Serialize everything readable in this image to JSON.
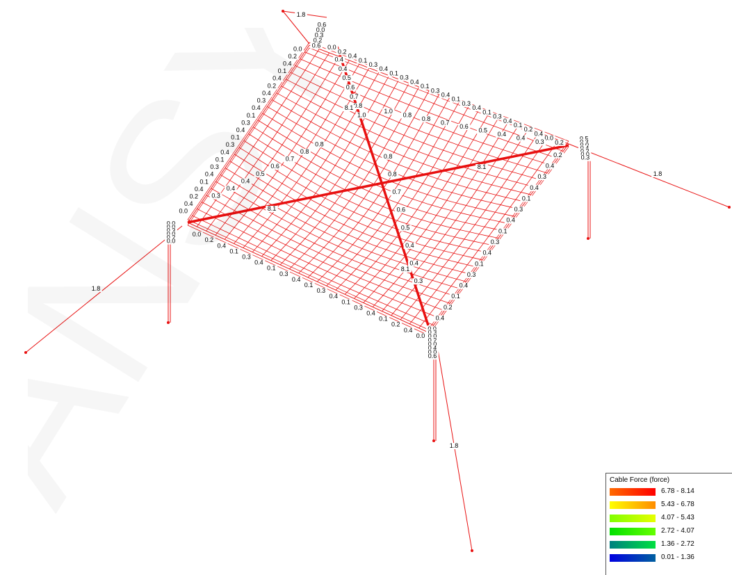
{
  "diagram": {
    "cable_color": "#e81010",
    "main_cable_labels": [
      "8.1",
      "8.1",
      "8.1",
      "8.1"
    ],
    "stay_labels": [
      "1.8",
      "1.8",
      "1.8",
      "1.8"
    ],
    "inner_labels_north": [
      "0.4",
      "0.4",
      "0.5",
      "0.6",
      "0.7",
      "0.8",
      "1.0"
    ],
    "inner_labels_east": [
      "1.0",
      "0.8",
      "0.8",
      "0.7",
      "0.6",
      "0.5",
      "0.4",
      "0.4",
      "0.3"
    ],
    "inner_labels_south": [
      "0.8",
      "0.8",
      "0.7",
      "0.6",
      "0.5",
      "0.4",
      "0.4",
      "0.3"
    ],
    "inner_labels_west": [
      "0.3",
      "0.4",
      "0.4",
      "0.5",
      "0.6",
      "0.7",
      "0.8",
      "0.8"
    ],
    "edge_labels_ne": [
      "0.0",
      "0.2",
      "0.4",
      "0.1",
      "0.3",
      "0.4",
      "0.1",
      "0.3",
      "0.4",
      "0.1",
      "0.3",
      "0.4",
      "0.1",
      "0.3",
      "0.4",
      "0.1",
      "0.3",
      "0.4",
      "0.1",
      "0.2",
      "0.4",
      "0.0",
      "0.2"
    ],
    "edge_labels_nw": [
      "0.0",
      "0.2",
      "0.4",
      "0.1",
      "0.4",
      "0.2",
      "0.4",
      "0.3",
      "0.4",
      "0.1",
      "0.3",
      "0.4",
      "0.1",
      "0.3",
      "0.4",
      "0.1",
      "0.3",
      "0.4",
      "0.1",
      "0.4",
      "0.2",
      "0.4",
      "0.0"
    ],
    "edge_labels_se": [
      "0.2",
      "0.4",
      "0.3",
      "0.4",
      "0.1",
      "0.3",
      "0.4",
      "0.1",
      "0.3",
      "0.4",
      "0.1",
      "0.3",
      "0.4",
      "0.1",
      "0.2",
      "0.4",
      "0.0"
    ],
    "edge_labels_sw": [
      "0.0",
      "0.2",
      "0.4",
      "0.1",
      "0.3",
      "0.4",
      "0.1",
      "0.3",
      "0.4",
      "0.1",
      "0.3",
      "0.4",
      "0.1",
      "0.3",
      "0.4",
      "0.1",
      "0.2",
      "0.4",
      "0.0"
    ],
    "corner_labels_n": [
      "0.6",
      "0.0",
      "0.3",
      "0.2",
      "0.6"
    ],
    "corner_labels_e": [
      "0.5",
      "0.3",
      "0.0",
      "0.4",
      "0.2",
      "0.0",
      "0.3"
    ],
    "corner_labels_s": [
      "0.3",
      "0.0",
      "0.2",
      "0.0",
      "0.4",
      "0.0",
      "0.6"
    ],
    "corner_labels_w": [
      "0.0",
      "0.0",
      "0.3",
      "0.0",
      "0.2",
      "0.0"
    ]
  },
  "legend": {
    "title": "Cable Force (force)",
    "items": [
      {
        "range": "6.78 - 8.14",
        "from": "#ff6a00",
        "to": "#ff0000"
      },
      {
        "range": "5.43 - 6.78",
        "from": "#ffff00",
        "to": "#ff8c00"
      },
      {
        "range": "4.07 - 5.43",
        "from": "#80ff00",
        "to": "#e6ff00"
      },
      {
        "range": "2.72 - 4.07",
        "from": "#00e000",
        "to": "#66ff00"
      },
      {
        "range": "1.36 - 2.72",
        "from": "#008080",
        "to": "#00e040"
      },
      {
        "range": "0.01 - 1.36",
        "from": "#0000e0",
        "to": "#0060a0"
      }
    ]
  },
  "watermark": {
    "text": "ANSYS"
  }
}
